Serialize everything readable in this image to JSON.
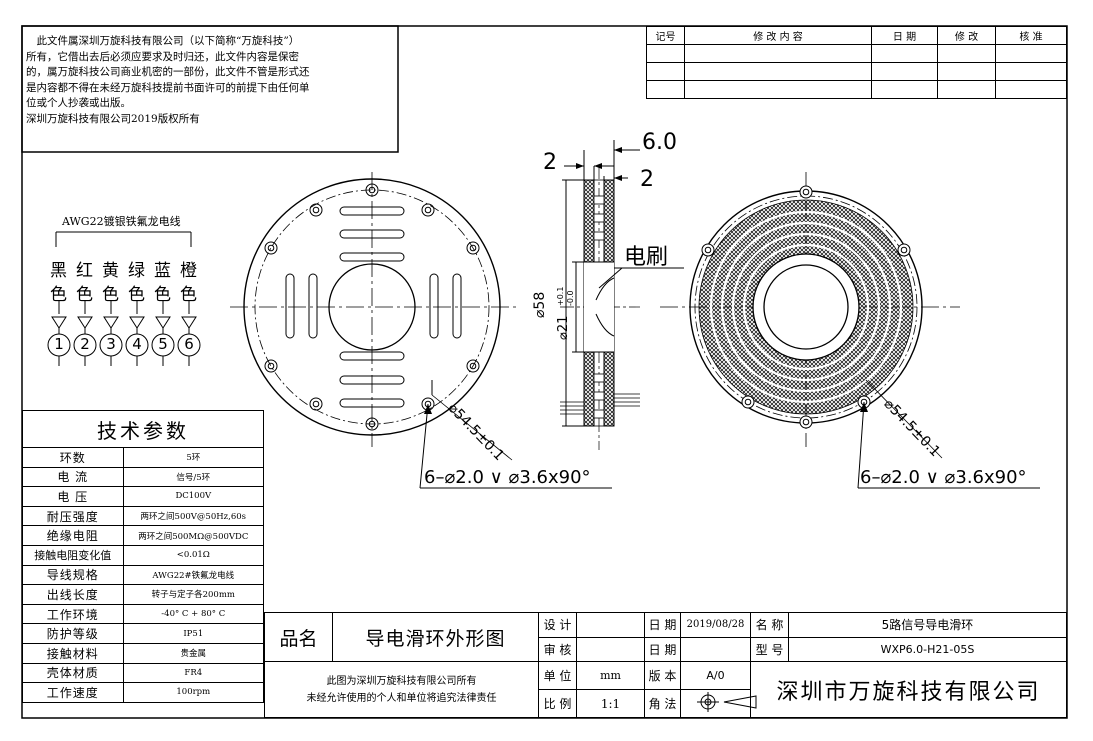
{
  "notice": {
    "lines": [
      "　此文件属深圳万旋科技有限公司（以下简称“万旋科技”）",
      "所有，它借出去后必须应要求及时归还，此文件内容是保密",
      "的，属万旋科技公司商业机密的一部份，此文件不管是形式还",
      "是内容都不得在未经万旋科技提前书面许可的前提下由任何单",
      "位或个人抄袭或出版。",
      "深圳万旋科技有限公司2019版权所有"
    ]
  },
  "revision_table": {
    "headers": [
      "记号",
      "修 改 内 容",
      "日 期",
      "修 改",
      "核 准"
    ],
    "empty_rows": 3
  },
  "wire_legend": {
    "title": "AWG22镀银铁氟龙电线",
    "colors": [
      {
        "name": "黑",
        "suffix": "色",
        "num": "1"
      },
      {
        "name": "红",
        "suffix": "色",
        "num": "2"
      },
      {
        "name": "黄",
        "suffix": "色",
        "num": "3"
      },
      {
        "name": "绿",
        "suffix": "色",
        "num": "4"
      },
      {
        "name": "蓝",
        "suffix": "色",
        "num": "5"
      },
      {
        "name": "橙",
        "suffix": "色",
        "num": "6"
      }
    ]
  },
  "dims": {
    "thk_total": "6.0",
    "thk_left": "2",
    "thk_right": "2",
    "brush": "电刷",
    "dia_outer": "⌀58",
    "dia_inner": "⌀21",
    "tol_plus": "+0.1",
    "tol_minus": "-0.0",
    "pcd_left": "⌀54.5±0.1",
    "pcd_right": "⌀54.5±0.1",
    "holes_left": "6–⌀2.0 ∨ ⌀3.6x90°",
    "holes_right": "6–⌀2.0 ∨ ⌀3.6x90°"
  },
  "tech_params": {
    "title": "技术参数",
    "rows": [
      {
        "k": "环数",
        "v": "5环"
      },
      {
        "k": "电 流",
        "v": "信号/5环"
      },
      {
        "k": "电 压",
        "v": "DC100V"
      },
      {
        "k": "耐压强度",
        "v": "两环之间500V@50Hz,60s"
      },
      {
        "k": "绝缘电阻",
        "v": "两环之间500MΩ@500VDC"
      },
      {
        "k": "接触电阻变化值",
        "v": "<0.01Ω"
      },
      {
        "k": "导线规格",
        "v": "AWG22#铁氟龙电线"
      },
      {
        "k": "出线长度",
        "v": "转子与定子各200mm"
      },
      {
        "k": "工作环境",
        "v": "-40° C + 80° C"
      },
      {
        "k": "防护等级",
        "v": "IP51"
      },
      {
        "k": "接触材料",
        "v": "贵金属"
      },
      {
        "k": "壳体材质",
        "v": "FR4"
      },
      {
        "k": "工作速度",
        "v": "100rpm"
      }
    ]
  },
  "title_block": {
    "pin_label": "品名",
    "pin_value": "导电滑环外形图",
    "design_label": "设 计",
    "review_label": "审 核",
    "unit_label": "单 位",
    "unit_value": "mm",
    "scale_label": "比 例",
    "scale_value": "1:1",
    "date_label_1": "日 期",
    "date_value_1": "2019/08/28",
    "date_label_2": "日 期",
    "version_label": "版 本",
    "version_value": "A/0",
    "projection_label": "角 法",
    "name_label": "名 称",
    "name_value": "5路信号导电滑环",
    "model_label": "型 号",
    "model_value": "WXP6.0-H21-05S",
    "copyright_1": "此图为深圳万旋科技有限公司所有",
    "copyright_2": "未经允许使用的个人和单位将追究法律责任",
    "company": "深圳市万旋科技有限公司"
  }
}
